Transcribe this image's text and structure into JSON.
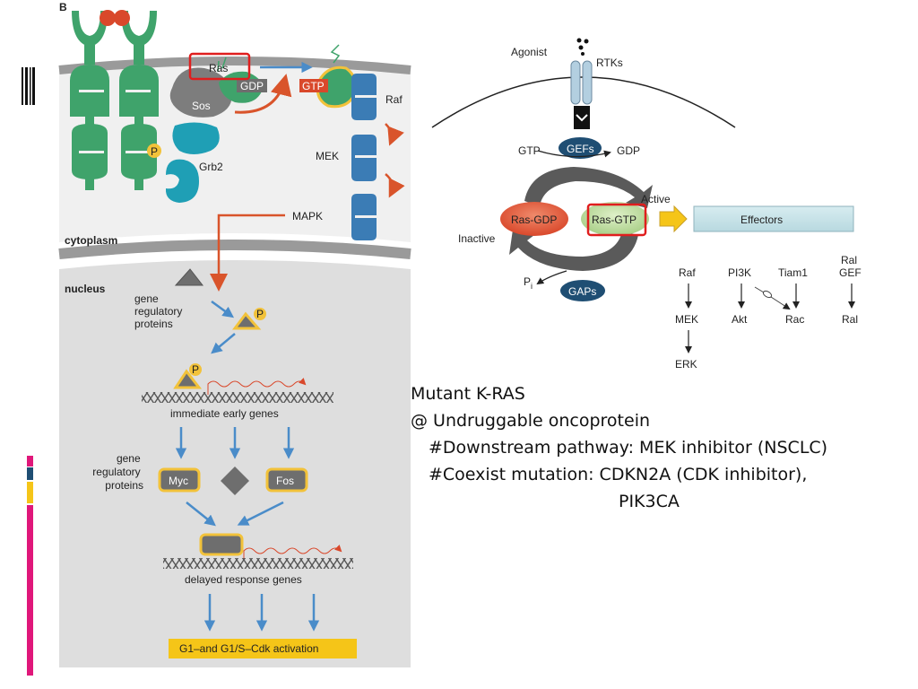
{
  "panel_left": {
    "panel_letter": "B",
    "ras": "Ras",
    "gdp": "GDP",
    "gtp": "GTP",
    "sos": "Sos",
    "p": "P",
    "grb2": "Grb2",
    "raf": "Raf",
    "mek": "MEK",
    "mapk": "MAPK",
    "cytoplasm": "cytoplasm",
    "nucleus": "nucleus",
    "gene_regulatory_proteins_1": [
      "gene",
      "regulatory",
      "proteins"
    ],
    "immediate_early_genes": "immediate early genes",
    "gene_regulatory_proteins_2": [
      "gene",
      "regulatory",
      "proteins"
    ],
    "myc": "Myc",
    "fos": "Fos",
    "delayed_response_genes": "delayed response genes",
    "cdk_activation": "G1–and G1/S–Cdk activation"
  },
  "panel_right": {
    "agonist": "Agonist",
    "rtks": "RTKs",
    "gtp": "GTP",
    "gefs": "GEFs",
    "gdp": "GDP",
    "active": "Active",
    "ras_gdp": "Ras-GDP",
    "ras_gtp": "Ras-GTP",
    "effectors": "Effectors",
    "inactive": "Inactive",
    "pi": "P",
    "pi_sub": "i",
    "gaps": "GAPs",
    "effector_paths": {
      "raf": "Raf",
      "mek": "MEK",
      "erk": "ERK",
      "pi3k": "PI3K",
      "akt": "Akt",
      "tiam1": "Tiam1",
      "rac": "Rac",
      "ral_gef_1": "Ral",
      "ral_gef_2": "GEF",
      "ral": "Ral"
    }
  },
  "notes": {
    "line1": "Mutant K-RAS",
    "line2": "@ Undruggable oncoprotein",
    "line3": "#Downstream pathway: MEK inhibitor (NSCLC)",
    "line4": "#Coexist mutation: CDKN2A (CDK inhibitor),",
    "line5": "PIK3CA"
  },
  "colors": {
    "receptor_green": "#3fa36b",
    "ligand_red": "#d9482b",
    "teal": "#1f9fb5",
    "blue_box": "#3b7cb5",
    "orange_arrow": "#d9542b",
    "blue_arrow": "#4a8cc9",
    "yellow_outline": "#f2c23a",
    "cdk_yellow": "#f5c518",
    "highlight_red": "#e01e1e",
    "magenta_bar": "#e0177a",
    "navy": "#1f4e73"
  }
}
